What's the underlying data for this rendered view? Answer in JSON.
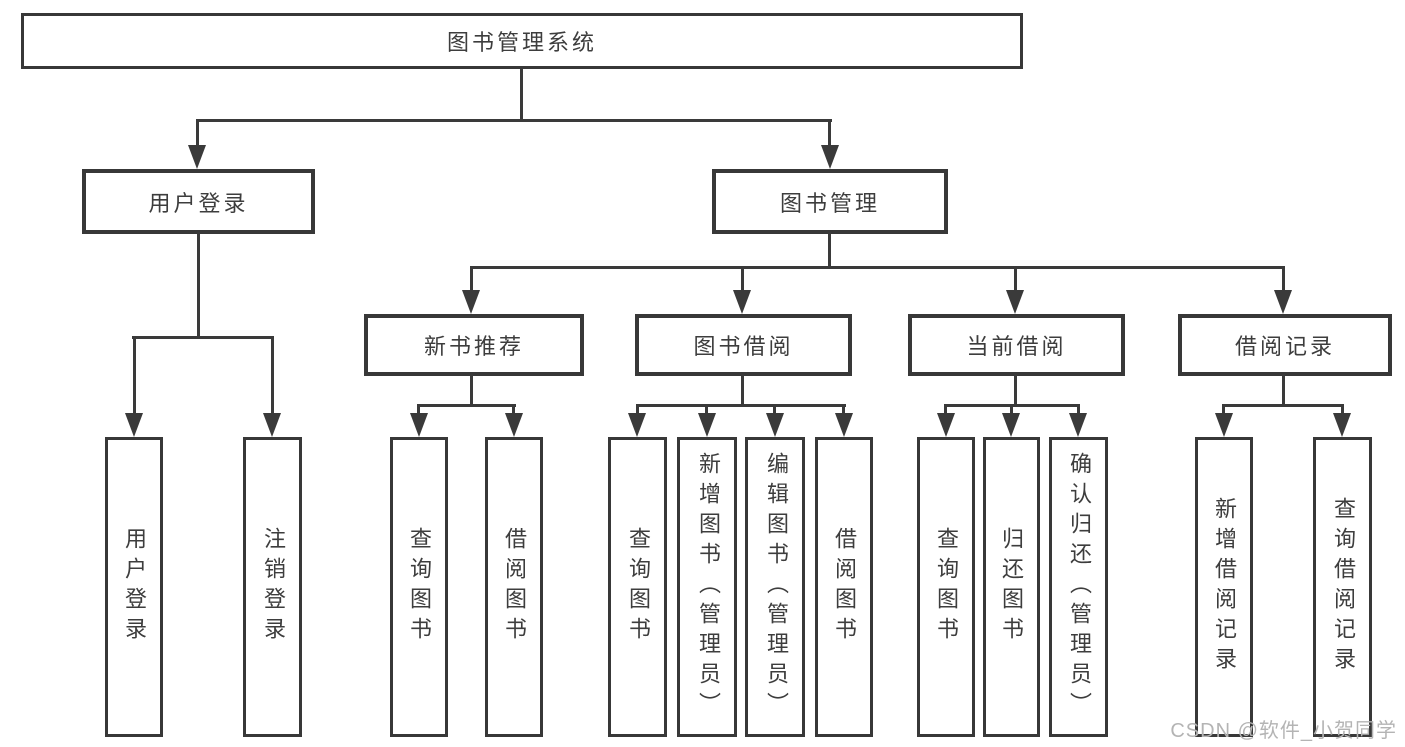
{
  "watermark": "CSDN @软件_小贺同学",
  "colors": {
    "line": "#3a3a3a",
    "box_border": "#383838",
    "text": "#3d3d3d",
    "watermark": "#b4b4b4",
    "background": "#ffffff"
  },
  "tree": {
    "root": {
      "label": "图书管理系统",
      "children": [
        {
          "label": "用户登录",
          "children": [
            {
              "label": "用户登录"
            },
            {
              "label": "注销登录"
            }
          ]
        },
        {
          "label": "图书管理",
          "children": [
            {
              "label": "新书推荐",
              "children": [
                {
                  "label": "查询图书"
                },
                {
                  "label": "借阅图书"
                }
              ]
            },
            {
              "label": "图书借阅",
              "children": [
                {
                  "label": "查询图书"
                },
                {
                  "label": "新增图书（管理员）"
                },
                {
                  "label": "编辑图书（管理员）"
                },
                {
                  "label": "借阅图书"
                }
              ]
            },
            {
              "label": "当前借阅",
              "children": [
                {
                  "label": "查询图书"
                },
                {
                  "label": "归还图书"
                },
                {
                  "label": "确认归还（管理员）"
                }
              ]
            },
            {
              "label": "借阅记录",
              "children": [
                {
                  "label": "新增借阅记录"
                },
                {
                  "label": "查询借阅记录"
                }
              ]
            }
          ]
        }
      ]
    }
  }
}
